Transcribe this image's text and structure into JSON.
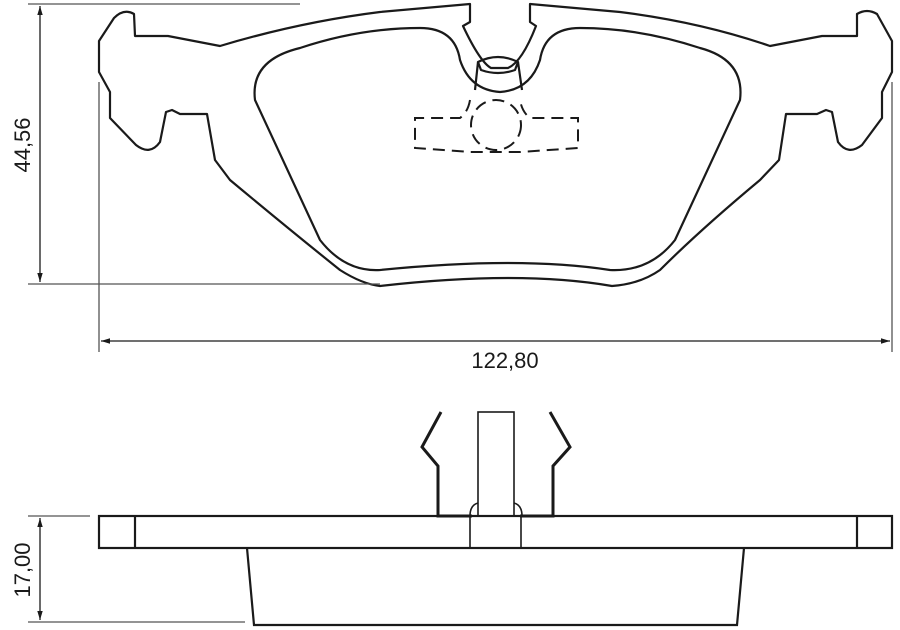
{
  "drawing": {
    "subject": "brake pad technical drawing",
    "dimensions": {
      "height": "44,56",
      "width": "122,80",
      "thickness": "17,00"
    },
    "views": [
      "front view",
      "side view"
    ],
    "colors": {
      "line": "#1a1a1a",
      "dim_line": "#555555",
      "background": "#ffffff"
    }
  }
}
